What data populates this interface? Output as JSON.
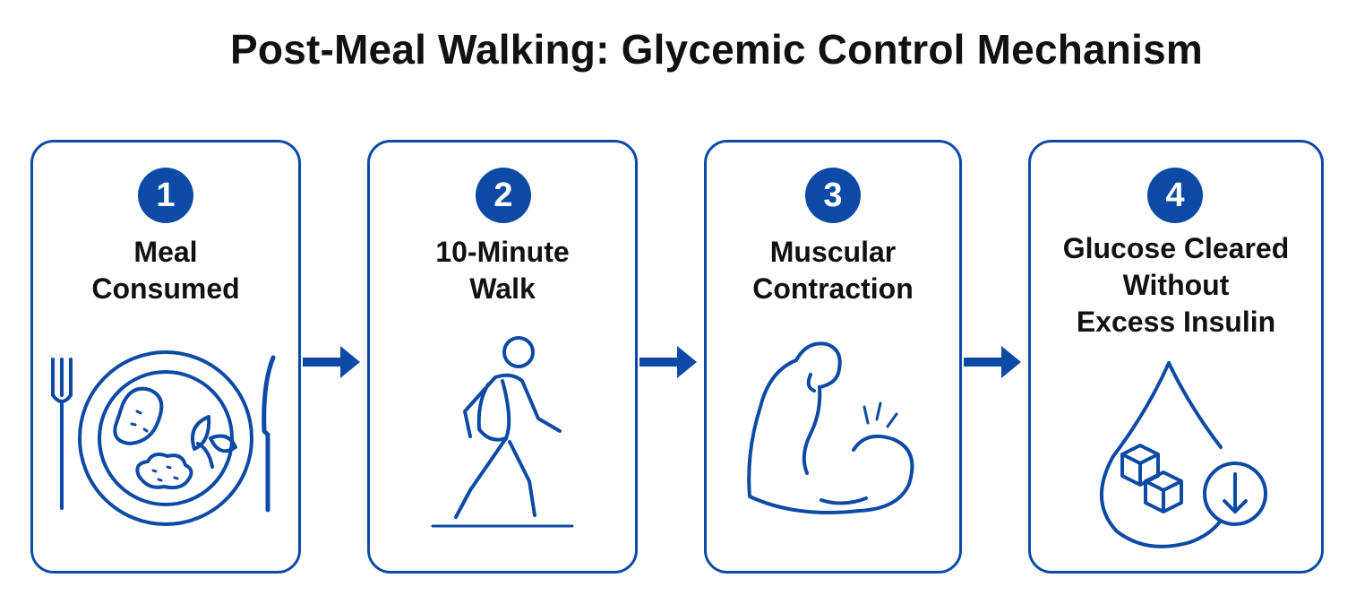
{
  "title": "Post-Meal Walking: Glycemic Control Mechanism",
  "colors": {
    "accent": "#0c4aa6",
    "text": "#111111",
    "background": "#ffffff"
  },
  "steps": [
    {
      "number": "1",
      "lines": [
        "Meal",
        "Consumed"
      ],
      "icon": "plate-with-fork-and-knife-icon"
    },
    {
      "number": "2",
      "lines": [
        "10-Minute",
        "Walk"
      ],
      "icon": "walking-person-icon"
    },
    {
      "number": "3",
      "lines": [
        "Muscular",
        "Contraction"
      ],
      "icon": "flexed-arm-icon"
    },
    {
      "number": "4",
      "lines": [
        "Glucose Cleared",
        "Without",
        "Excess Insulin"
      ],
      "icon": "glucose-drop-icon"
    }
  ]
}
